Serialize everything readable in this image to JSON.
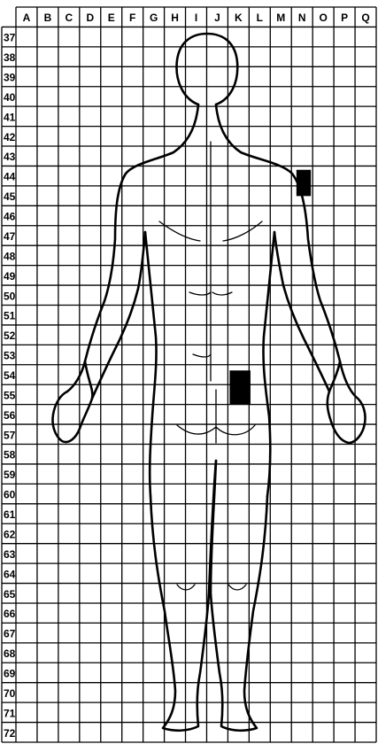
{
  "columns": [
    "A",
    "B",
    "C",
    "D",
    "E",
    "F",
    "G",
    "H",
    "I",
    "J",
    "K",
    "L",
    "M",
    "N",
    "O",
    "P",
    "Q"
  ],
  "rows": [
    "37",
    "38",
    "39",
    "40",
    "41",
    "42",
    "43",
    "44",
    "45",
    "46",
    "47",
    "48",
    "49",
    "50",
    "51",
    "52",
    "53",
    "54",
    "55",
    "56",
    "57",
    "58",
    "59",
    "60",
    "61",
    "62",
    "63",
    "64",
    "65",
    "66",
    "67",
    "68",
    "69",
    "70",
    "71",
    "72"
  ],
  "marks": [
    {
      "name": "upper-arm-mark",
      "col": "N",
      "row": "45",
      "color": "#000000"
    },
    {
      "name": "lower-back-mark",
      "col": "K",
      "row": "55",
      "color": "#000000"
    }
  ]
}
